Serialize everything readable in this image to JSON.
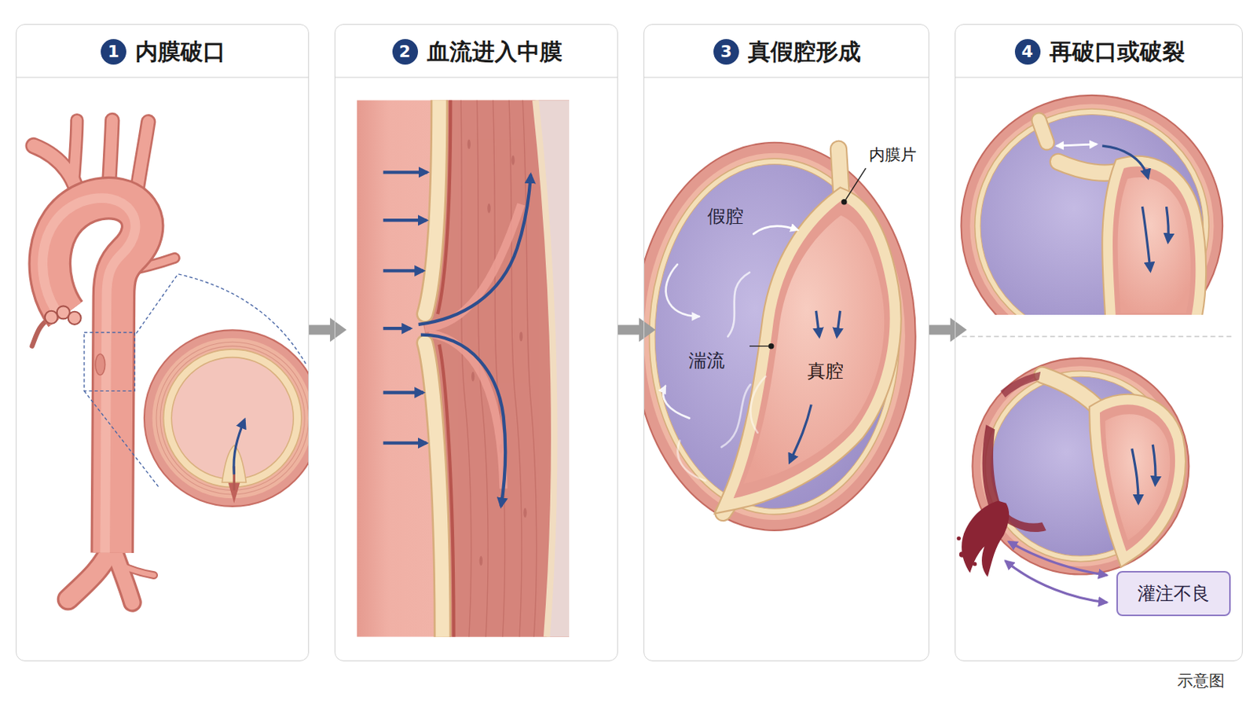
{
  "diagram": {
    "nodes": [
      {
        "text": [
          "内膜破口"
        ]
      },
      {
        "text": [
          "1"
        ],
        "in": 0
      },
      {
        "text": [
          "血流进入中膜"
        ]
      },
      {
        "text": [
          "2"
        ],
        "in": 2
      },
      {
        "text": [
          "真假腔形成"
        ]
      },
      {
        "text": [
          "3"
        ],
        "in": 4
      },
      {
        "text": [
          "再破口或破裂"
        ]
      },
      {
        "text": [
          "4"
        ],
        "in": 6
      },
      {
        "text": [
          "灌注不良"
        ],
        "in": 6
      }
    ],
    "edges": [
      {
        "from": 0,
        "to": 2,
        "arrow": "to"
      },
      {
        "from": 2,
        "to": 4,
        "arrow": "to"
      },
      {
        "from": 4,
        "to": 6,
        "arrow": "to"
      }
    ],
    "labels": [
      "假腔",
      "内膜片",
      "湍流",
      "真腔",
      "示意图"
    ]
  }
}
